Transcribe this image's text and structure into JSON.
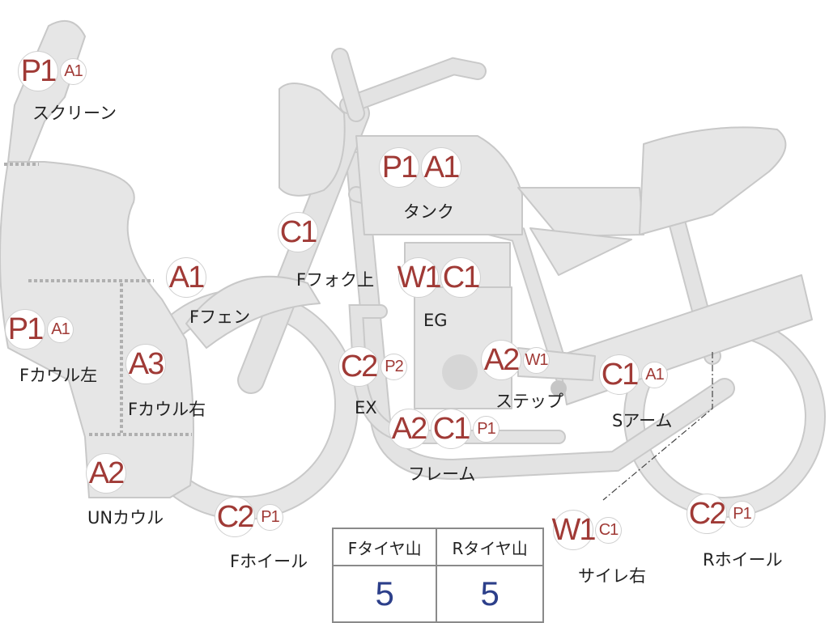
{
  "parts": [
    {
      "id": "screen",
      "name": "スクリーン",
      "codes": [
        [
          "P1",
          "big"
        ],
        [
          "A1",
          "small"
        ]
      ]
    },
    {
      "id": "tank",
      "name": "タンク",
      "codes": [
        [
          "P1",
          "big"
        ],
        [
          "A1",
          "big"
        ]
      ]
    },
    {
      "id": "ffork-upper",
      "name": "Fフォク上",
      "codes": [
        [
          "C1",
          "big"
        ]
      ]
    },
    {
      "id": "ffender",
      "name": "Fフェン",
      "codes": [
        [
          "A1",
          "big"
        ]
      ]
    },
    {
      "id": "engine",
      "name": "EG",
      "codes": [
        [
          "W1",
          "big"
        ],
        [
          "C1",
          "big"
        ]
      ]
    },
    {
      "id": "fcowl-left",
      "name": "Fカウル左",
      "codes": [
        [
          "P1",
          "big"
        ],
        [
          "A1",
          "small"
        ]
      ]
    },
    {
      "id": "fcowl-right",
      "name": "Fカウル右",
      "codes": [
        [
          "A3",
          "big"
        ]
      ]
    },
    {
      "id": "exhaust",
      "name": "EX",
      "codes": [
        [
          "C2",
          "big"
        ],
        [
          "P2",
          "small"
        ]
      ]
    },
    {
      "id": "step",
      "name": "ステップ",
      "codes": [
        [
          "A2",
          "big"
        ],
        [
          "W1",
          "small"
        ]
      ]
    },
    {
      "id": "swingarm",
      "name": "Sアーム",
      "codes": [
        [
          "C1",
          "big"
        ],
        [
          "A1",
          "small"
        ]
      ]
    },
    {
      "id": "frame",
      "name": "フレーム",
      "codes": [
        [
          "A2",
          "big"
        ],
        [
          "C1",
          "big"
        ],
        [
          "P1",
          "small"
        ]
      ]
    },
    {
      "id": "under-cowl",
      "name": "UNカウル",
      "codes": [
        [
          "A2",
          "big"
        ]
      ]
    },
    {
      "id": "fwheel",
      "name": "Fホイール",
      "codes": [
        [
          "C2",
          "big"
        ],
        [
          "P1",
          "small"
        ]
      ]
    },
    {
      "id": "silencer-right",
      "name": "サイレ右",
      "codes": [
        [
          "W1",
          "big"
        ],
        [
          "C1",
          "small"
        ]
      ]
    },
    {
      "id": "rwheel",
      "name": "Rホイール",
      "codes": [
        [
          "C2",
          "big"
        ],
        [
          "P1",
          "small"
        ]
      ]
    }
  ],
  "tire_table": {
    "front_label": "Fタイヤ山",
    "rear_label": "Rタイヤ山",
    "front_value": "5",
    "rear_value": "5"
  },
  "colors": {
    "badge_text": "#a03a36",
    "value_text": "#2c3f8a",
    "body_fill": "#e6e6e6"
  }
}
